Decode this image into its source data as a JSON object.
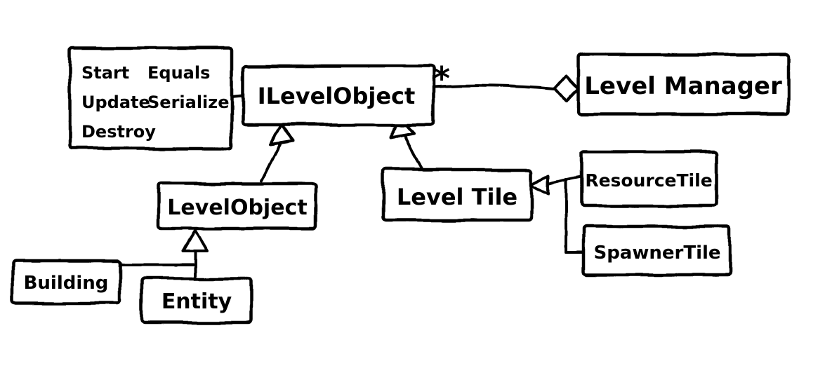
{
  "colors": {
    "ink": "#000000",
    "background": "#ffffff"
  },
  "nodes": {
    "methods": {
      "col1": [
        "Start",
        "Update",
        "Destroy"
      ],
      "col2": [
        "Equals",
        "Serialize"
      ]
    },
    "ilevel_object": "ILevelObject",
    "level_manager": "Level Manager",
    "level_object": "LevelObject",
    "level_tile": "Level Tile",
    "resource_tile": "ResourceTile",
    "spawner_tile": "SpawnerTile",
    "building": "Building",
    "entity": "Entity"
  },
  "edges": {
    "ilevelobject_to_levelmanager_multiplicity": "*"
  }
}
